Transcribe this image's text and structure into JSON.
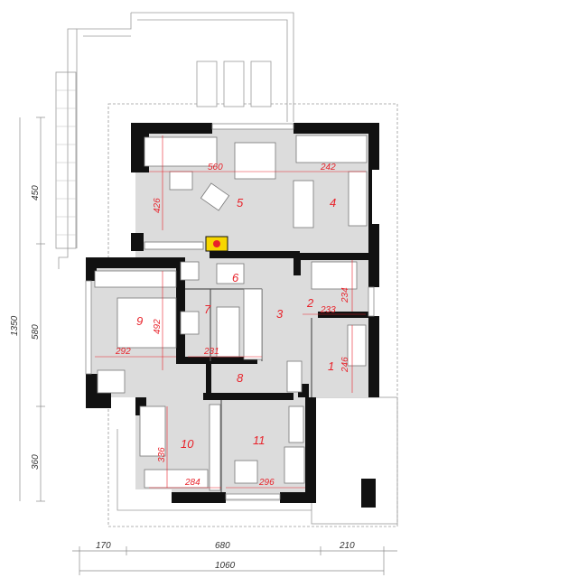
{
  "rooms": [
    {
      "id": "1",
      "label": "1"
    },
    {
      "id": "2",
      "label": "2"
    },
    {
      "id": "3",
      "label": "3"
    },
    {
      "id": "4",
      "label": "4"
    },
    {
      "id": "5",
      "label": "5"
    },
    {
      "id": "6",
      "label": "6"
    },
    {
      "id": "7",
      "label": "7"
    },
    {
      "id": "8",
      "label": "8"
    },
    {
      "id": "9",
      "label": "9"
    },
    {
      "id": "10",
      "label": "10"
    },
    {
      "id": "11",
      "label": "11"
    }
  ],
  "interior_dims": {
    "living_width": "560",
    "kitchen_width": "242",
    "living_depth": "426",
    "room9_depth": "492",
    "room9_width": "292",
    "room7_width": "231",
    "room2_depth": "234",
    "room2_width": "233",
    "room1_depth": "246",
    "room10_depth": "336",
    "room10_width": "284",
    "room11_width": "296"
  },
  "exterior_dims": {
    "left_top": "450",
    "left_total": "1350",
    "left_mid": "580",
    "left_bottom": "360",
    "bottom_left": "170",
    "bottom_mid": "680",
    "bottom_right": "210",
    "bottom_total": "1060"
  },
  "colors": {
    "wall": "#111111",
    "floor": "#dcdcdc",
    "dim_red": "#e8222a",
    "line": "#8a8a8a"
  }
}
